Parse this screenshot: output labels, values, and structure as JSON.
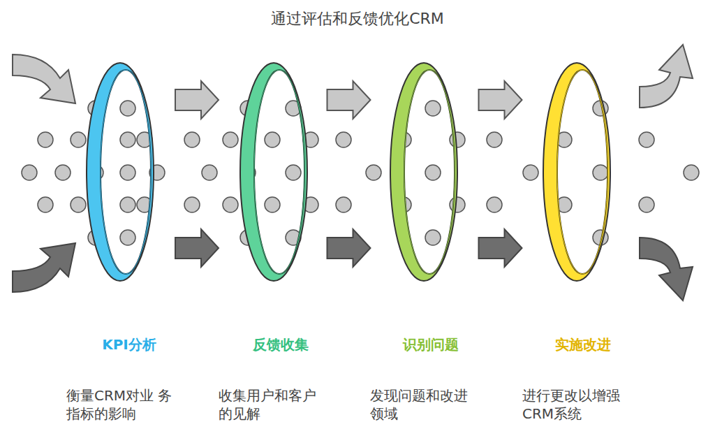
{
  "diagram": {
    "title": "通过评估和反馈优化CRM",
    "nodes": [
      {
        "text": [
          "KPI分析",
          "衡量CRM对业 务指标的影响"
        ]
      },
      {
        "text": [
          "反馈收集",
          "收集用户和客户 的见解"
        ]
      },
      {
        "text": [
          "识别问题",
          "发现问题和改进 领域"
        ]
      },
      {
        "text": [
          "实施改进",
          "进行更改以增强 CRM系统"
        ]
      }
    ],
    "edges": [
      {
        "from": 0,
        "to": 1,
        "arrow": "to"
      },
      {
        "from": 1,
        "to": 2,
        "arrow": "to"
      },
      {
        "from": 2,
        "to": 3,
        "arrow": "to"
      }
    ]
  }
}
